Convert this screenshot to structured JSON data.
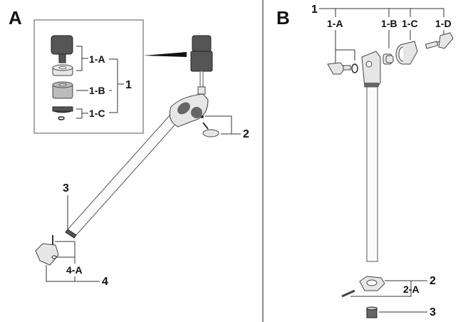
{
  "panels": {
    "A": {
      "label": "A",
      "inset_callouts": {
        "group": "1",
        "items": [
          "1-A",
          "1-B",
          "1-C"
        ]
      },
      "callouts": {
        "knob": "2",
        "end_cap": "3",
        "clamp_group": "4",
        "clamp_sub": "4-A"
      }
    },
    "B": {
      "label": "B",
      "top_group": "1",
      "top_items": [
        "1-A",
        "1-B",
        "1-C",
        "1-D"
      ],
      "callouts": {
        "clamp": "2",
        "clamp_sub": "2-A",
        "end_cap": "3"
      }
    }
  }
}
